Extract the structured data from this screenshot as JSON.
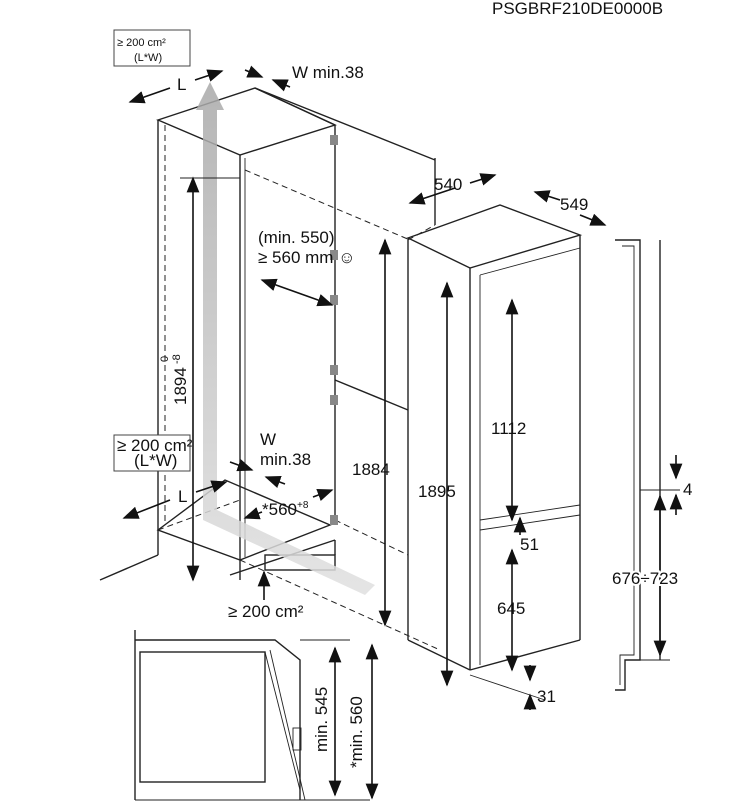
{
  "model_code": "PSGBRF210DE0000B",
  "top_vent": {
    "area": "≥ 200 cm²",
    "formula": "(L*W)",
    "length": "L",
    "width": "W min.38"
  },
  "door_clearance": {
    "min_note": "(min. 550)",
    "value": "≥ 560 mm ☺"
  },
  "niche_height": {
    "value": "1894",
    "tol_upper": "0",
    "tol_lower": "-8"
  },
  "bottom_vent": {
    "area": "≥ 200 cm²",
    "formula": "(L*W)",
    "length": "L",
    "width_label": "W",
    "width_min": "min.38"
  },
  "niche_depth": {
    "value": "*560",
    "tol": "+8"
  },
  "plinth_vent": "≥ 200 cm²",
  "hinge_height": "1884",
  "appliance": {
    "width": "540",
    "depth": "549",
    "upper_door": "1112",
    "total_height": "1895",
    "gap": "51",
    "lower_door": "645",
    "bottom": "31"
  },
  "side_profile": {
    "offset": "4",
    "range": "676÷723"
  },
  "section": {
    "min_545": "min. 545",
    "min_560": "*min. 560"
  },
  "colors": {
    "line": "#222222",
    "airflow": "#bdbdbd"
  }
}
